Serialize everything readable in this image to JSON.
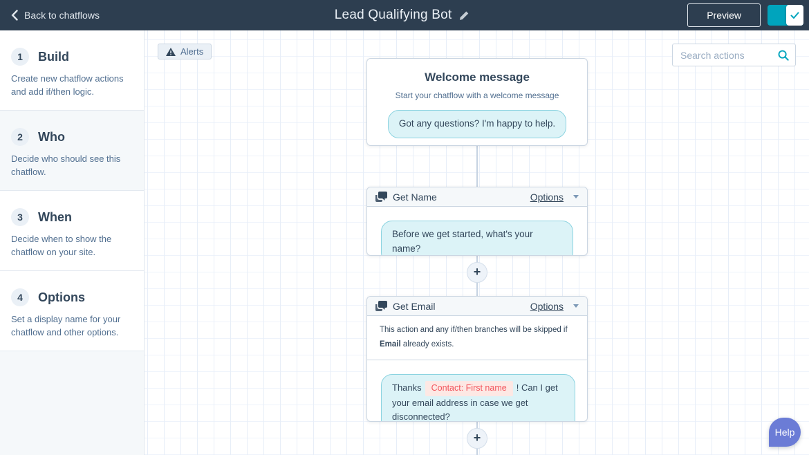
{
  "topbar": {
    "back_label": "Back to chatflows",
    "title": "Lead Qualifying Bot",
    "preview_label": "Preview",
    "publish_toggle_state": "on"
  },
  "sidebar": {
    "items": [
      {
        "number": "1",
        "title": "Build",
        "description": "Create new chatflow actions and add if/then logic."
      },
      {
        "number": "2",
        "title": "Who",
        "description": "Decide who should see this chatflow."
      },
      {
        "number": "3",
        "title": "When",
        "description": "Decide when to show the chatflow on your site."
      },
      {
        "number": "4",
        "title": "Options",
        "description": "Set a display name for your chatflow and other options."
      }
    ]
  },
  "canvas": {
    "alerts_label": "Alerts",
    "search_placeholder": "Search actions",
    "welcome_card": {
      "title": "Welcome message",
      "subtitle": "Start your chatflow with a welcome message",
      "message": "Got any questions? I'm happy to help."
    },
    "get_name_card": {
      "title": "Get Name",
      "options_label": "Options",
      "message": "Before we get started, what's your name?"
    },
    "get_email_card": {
      "title": "Get Email",
      "options_label": "Options",
      "note_prefix": "This action and any if/then branches will be skipped if ",
      "note_bold": "Email",
      "note_suffix": " already exists.",
      "message_prefix": "Thanks",
      "token": "Contact: First name",
      "message_suffix": "! Can I get your email address in case we get disconnected?"
    },
    "add_action_symbol": "+",
    "help_label": "Help"
  },
  "colors": {
    "topbar_bg": "#2d3e50",
    "accent_teal": "#00a4bd",
    "dark_text": "#33475b",
    "muted_text": "#516f90",
    "bubble_bg": "#dcf3f7",
    "bubble_border": "#8bd3e0",
    "token_bg": "#fde8e4",
    "token_text": "#f2545b",
    "help_purple": "#6b7cd6"
  }
}
